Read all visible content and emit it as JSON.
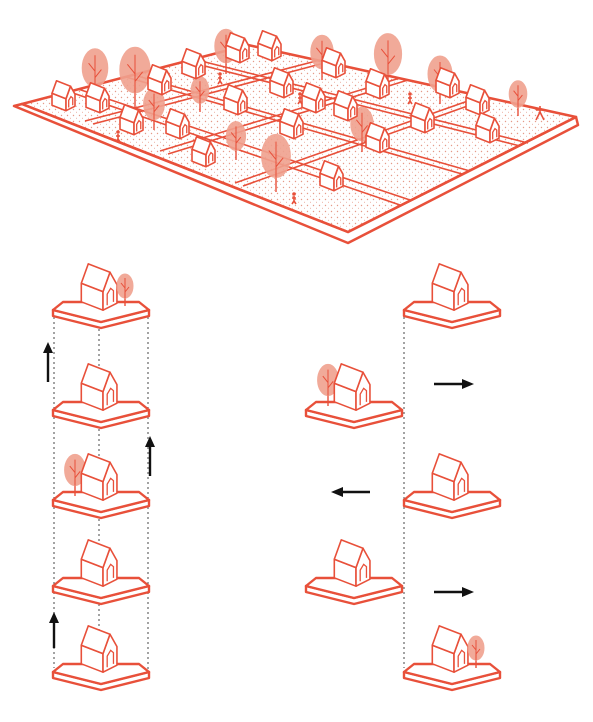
{
  "diagram": {
    "colors": {
      "stroke": "#e8503a",
      "fill_light": "#f6c3b6",
      "tree": "#f0a18f",
      "ground_dots": "#e59a88",
      "arrow": "#111111",
      "background": "#ffffff",
      "guide": "#666666"
    },
    "top_plan": {
      "element": "isometric-neighborhood-grid",
      "houses": 22,
      "trees": 12,
      "people": 5
    },
    "left_column": {
      "element": "stacked-house-plots-vertical",
      "plots": 5,
      "arrows": [
        "up",
        "up",
        "up"
      ]
    },
    "right_column": {
      "element": "staggered-house-plots",
      "plots": 5,
      "arrows": [
        "right",
        "left",
        "right"
      ]
    }
  }
}
